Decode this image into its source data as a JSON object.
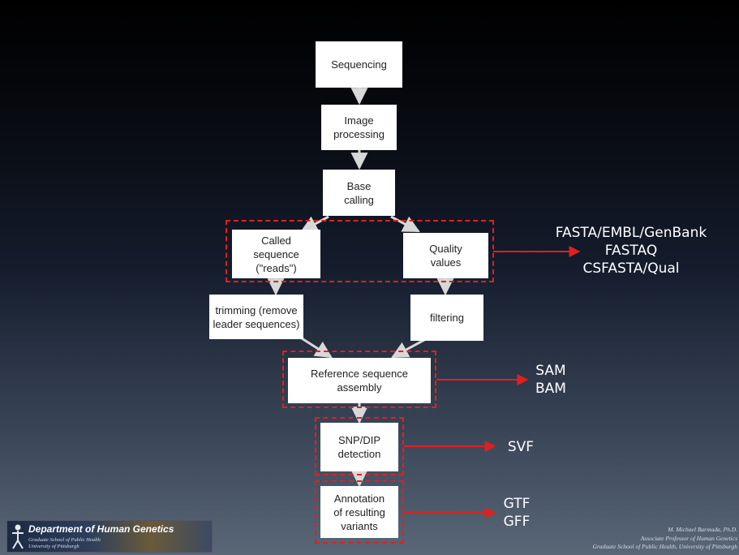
{
  "nodes": {
    "sequencing": "Sequencing",
    "image_processing": "Image\nprocessing",
    "base_calling": "Base\ncalling",
    "called_sequence": "Called\nsequence\n(\"reads\")",
    "quality_values": "Quality\nvalues",
    "trimming": "trimming (remove\nleader sequences)",
    "filtering": "filtering",
    "reference_assembly": "Reference sequence\nassembly",
    "snp_detection": "SNP/DIP\ndetection",
    "annotation": "Annotation\nof resulting\nvariants"
  },
  "formats": {
    "reads_formats": "FASTA/EMBL/GenBank\nFASTAQ\nCSFASTA/Qual",
    "assembly_formats": "SAM\nBAM",
    "snp_formats": "SVF",
    "annotation_formats": "GTF\nGFF"
  },
  "logo": {
    "title": "Department of Human Genetics",
    "line1": "Graduate School of Public Health",
    "line2": "University of Pittsburgh"
  },
  "credit": {
    "name": "M. Michael Barmada, Ph.D.",
    "position": "Associate Professor of Human Genetics",
    "affiliation": "Graduate School of Public Health, University of Pittsburgh"
  },
  "colors": {
    "arrow_gray": "#d8d8d8",
    "arrow_red": "#e02020",
    "box_fill": "#ffffff",
    "group_border": "#e02020"
  }
}
